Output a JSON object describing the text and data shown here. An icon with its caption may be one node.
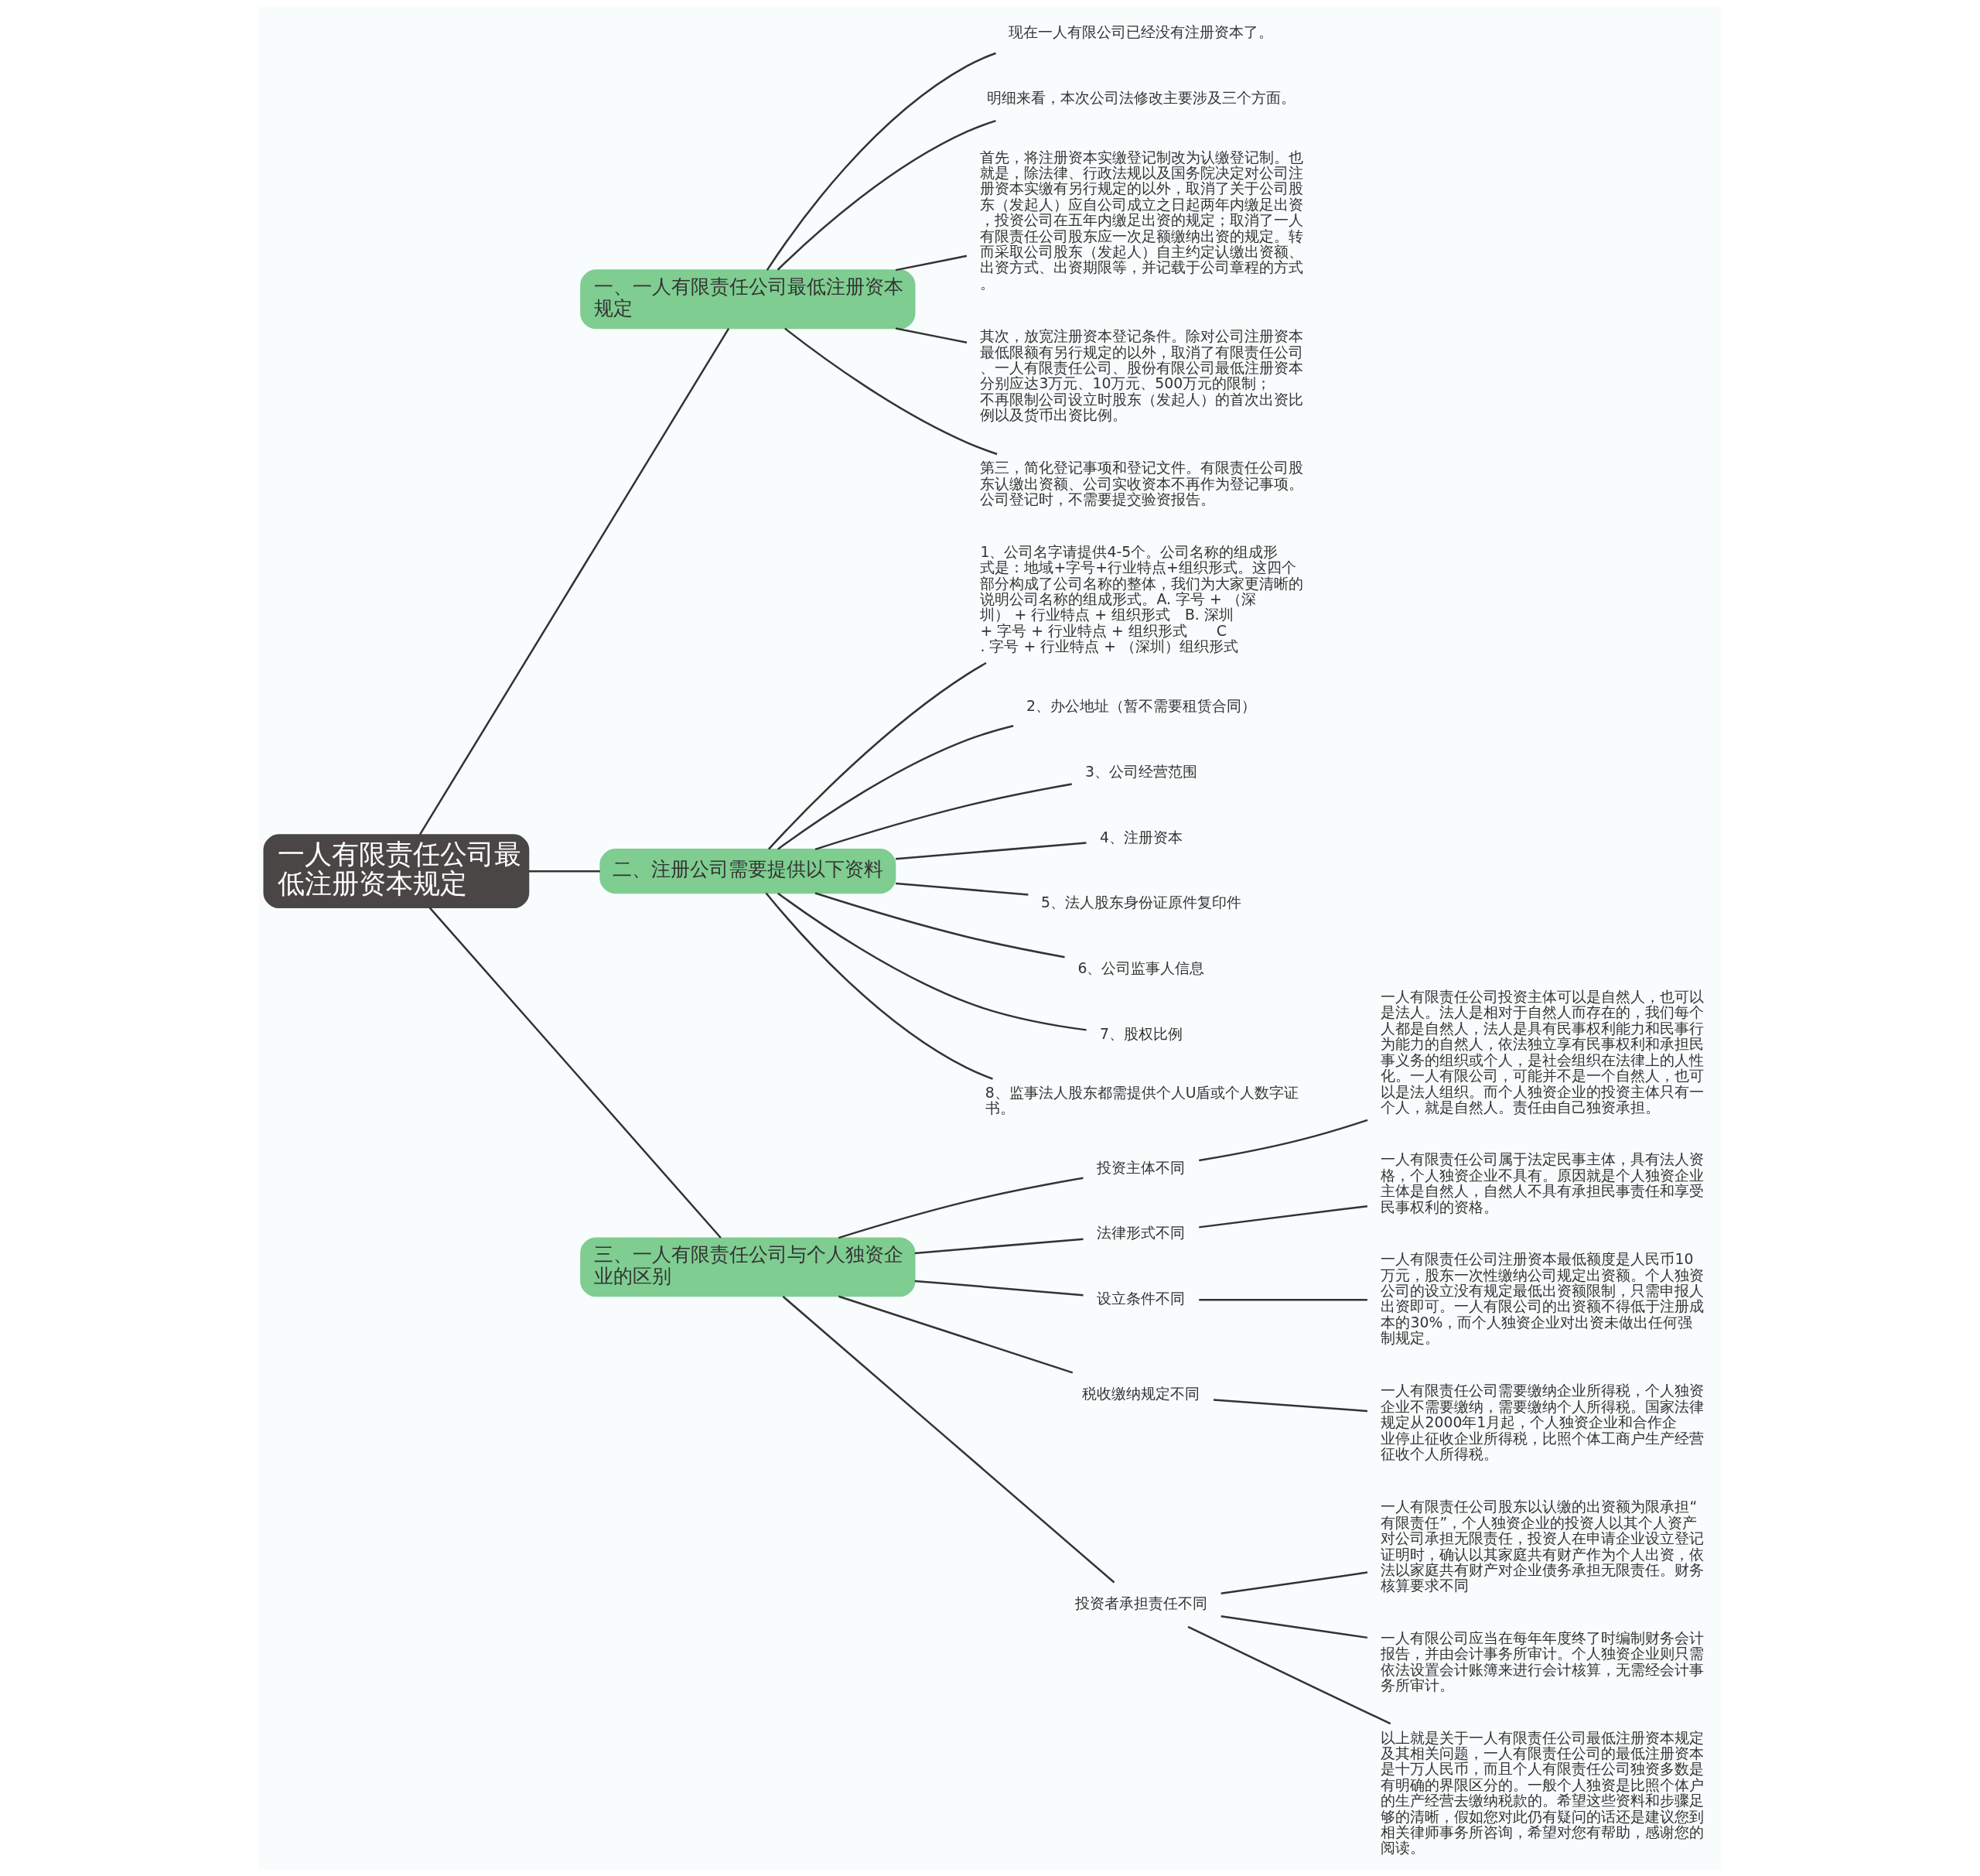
{
  "diagram": {
    "nodes": [
      {
        "text": [
          "一人有限责任公司最低注册资本规定"
        ]
      },
      {
        "text": [
          "一、一人有限责任公司最低注册资本规定"
        ]
      },
      {
        "text": [
          "现在一人有限公司已经没有注册资本了。"
        ]
      },
      {
        "text": [
          "明细来看，本次公司法修改主要涉及三个方面。"
        ]
      },
      {
        "text": [
          "首先，将注册资本实缴登记制改为认缴登记制。也就是，除法律、行政法规以及国务院决定对公司注册资本实缴有另行规定的以外，取消了关于公司股东（发起人）应自公司成立之日起两年内缴足出资，投资公司在五年内缴足出资的规定；取消了一人有限责任公司股东应一次足额缴纳出资的规定。转而采取公司股东（发起人）自主约定认缴出资额、出资方式、出资期限等，并记载于公司章程的方式。"
        ]
      },
      {
        "text": [
          "其次，放宽注册资本登记条件。除对公司注册资本最低限额有另行规定的以外，取消了有限责任公司、一人有限责任公司、股份有限公司最低注册资本分别应达3万元、10万元、500万元的限制；不再限制公司设立时股东（发起人）的首次出资比例以及货币出资比例。"
        ]
      },
      {
        "text": [
          "第三，简化登记事项和登记文件。有限责任公司股东认缴出资额、公司实收资本不再作为登记事项。公司登记时，不需要提交验资报告。"
        ]
      },
      {
        "text": [
          "二、注册公司需要提供以下资料"
        ]
      },
      {
        "text": [
          "1、公司名字请提供4-5个。公司名称的组成形式是：地域+字号+行业特点+组织形式。这四个部分构成了公司名称的整体，我们为大家更清晰的说明公司名称的组成形式。A. 字号 + （深圳） + 行业特点 + 组织形式　B. 深圳 + 字号 + 行业特点 + 组织形式　　C. 字号 + 行业特点 + （深圳）组织形式"
        ]
      },
      {
        "text": [
          "2、办公地址（暂不需要租赁合同）"
        ]
      },
      {
        "text": [
          "3、公司经营范围"
        ]
      },
      {
        "text": [
          "4、注册资本"
        ]
      },
      {
        "text": [
          "5、法人股东身份证原件复印件"
        ]
      },
      {
        "text": [
          "6、公司监事人信息"
        ]
      },
      {
        "text": [
          "7、股权比例"
        ]
      },
      {
        "text": [
          "8、监事法人股东都需提供个人U盾或个人数字证书。"
        ]
      },
      {
        "text": [
          "三、一人有限责任公司与个人独资企业的区别"
        ]
      },
      {
        "text": [
          "投资主体不同"
        ]
      },
      {
        "text": [
          "一人有限责任公司投资主体可以是自然人，也可以是法人。法人是相对于自然人而存在的，我们每个人都是自然人，法人是具有民事权利能力和民事行为能力的自然人，依法独立享有民事权利和承担民事义务的组织或个人，是社会组织在法律上的人性化。一人有限公司，可能并不是一个自然人，也可以是法人组织。而个人独资企业的投资主体只有一个人，就是自然人。责任由自己独资承担。"
        ]
      },
      {
        "text": [
          "法律形式不同"
        ]
      },
      {
        "text": [
          "一人有限责任公司属于法定民事主体，具有法人资格，个人独资企业不具有。原因就是个人独资企业主体是自然人，自然人不具有承担民事责任和享受民事权利的资格。"
        ]
      },
      {
        "text": [
          "设立条件不同"
        ]
      },
      {
        "text": [
          "一人有限责任公司注册资本最低额度是人民币10万元，股东一次性缴纳公司规定出资额。个人独资公司的设立没有规定最低出资额限制，只需申报人出资即可。一人有限公司的出资额不得低于注册成本的30%，而个人独资企业对出资未做出任何强制规定。"
        ]
      },
      {
        "text": [
          "税收缴纳规定不同"
        ]
      },
      {
        "text": [
          "一人有限责任公司需要缴纳企业所得税，个人独资企业不需要缴纳，需要缴纳个人所得税。国家法律规定从2000年1月起，个人独资企业和合作企业停止征收企业所得税，比照个体工商户生产经营征收个人所得税。"
        ]
      },
      {
        "text": [
          "投资者承担责任不同"
        ]
      },
      {
        "text": [
          "一人有限责任公司股东以认缴的出资额为限承担“有限责任”，个人独资企业的投资人以其个人资产对公司承担无限责任，投资人在申请企业设立登记证明时，确认以其家庭共有财产作为个人出资，依法以家庭共有财产对企业债务承担无限责任。财务核算要求不同"
        ]
      },
      {
        "text": [
          "一人有限公司应当在每年年度终了时编制财务会计报告，并由会计事务所审计。个人独资企业则只需依法设置会计账簿来进行会计核算，无需经会计事务所审计。"
        ]
      },
      {
        "text": [
          "以上就是关于一人有限责任公司最低注册资本规定及其相关问题，一人有限责任公司的最低注册资本是十万人民币，而且个人有限责任公司独资多数是有明确的界限区分的。一般个人独资是比照个体户的生产经营去缴纳税款的。希望这些资料和步骤足够的清晰，假如您对此仍有疑问的话还是建议您到相关律师事务所咨询，希望对您有帮助，感谢您的阅读。"
        ]
      }
    ],
    "edges": [
      {
        "from": 0,
        "to": 1,
        "arrow": "none"
      },
      {
        "from": 1,
        "to": 2,
        "arrow": "none"
      },
      {
        "from": 1,
        "to": 3,
        "arrow": "none"
      },
      {
        "from": 1,
        "to": 4,
        "arrow": "none"
      },
      {
        "from": 1,
        "to": 5,
        "arrow": "none"
      },
      {
        "from": 1,
        "to": 6,
        "arrow": "none"
      },
      {
        "from": 0,
        "to": 7,
        "arrow": "none"
      },
      {
        "from": 7,
        "to": 8,
        "arrow": "none"
      },
      {
        "from": 7,
        "to": 9,
        "arrow": "none"
      },
      {
        "from": 7,
        "to": 10,
        "arrow": "none"
      },
      {
        "from": 7,
        "to": 11,
        "arrow": "none"
      },
      {
        "from": 7,
        "to": 12,
        "arrow": "none"
      },
      {
        "from": 7,
        "to": 13,
        "arrow": "none"
      },
      {
        "from": 7,
        "to": 14,
        "arrow": "none"
      },
      {
        "from": 7,
        "to": 15,
        "arrow": "none"
      },
      {
        "from": 0,
        "to": 16,
        "arrow": "none"
      },
      {
        "from": 16,
        "to": 17,
        "arrow": "none"
      },
      {
        "from": 17,
        "to": 18,
        "arrow": "none"
      },
      {
        "from": 16,
        "to": 19,
        "arrow": "none"
      },
      {
        "from": 19,
        "to": 20,
        "arrow": "none"
      },
      {
        "from": 16,
        "to": 21,
        "arrow": "none"
      },
      {
        "from": 21,
        "to": 22,
        "arrow": "none"
      },
      {
        "from": 16,
        "to": 23,
        "arrow": "none"
      },
      {
        "from": 23,
        "to": 24,
        "arrow": "none"
      },
      {
        "from": 16,
        "to": 25,
        "arrow": "none"
      },
      {
        "from": 25,
        "to": 26,
        "arrow": "none"
      },
      {
        "from": 25,
        "to": 27,
        "arrow": "none"
      },
      {
        "from": 25,
        "to": 28,
        "arrow": "none"
      }
    ]
  }
}
